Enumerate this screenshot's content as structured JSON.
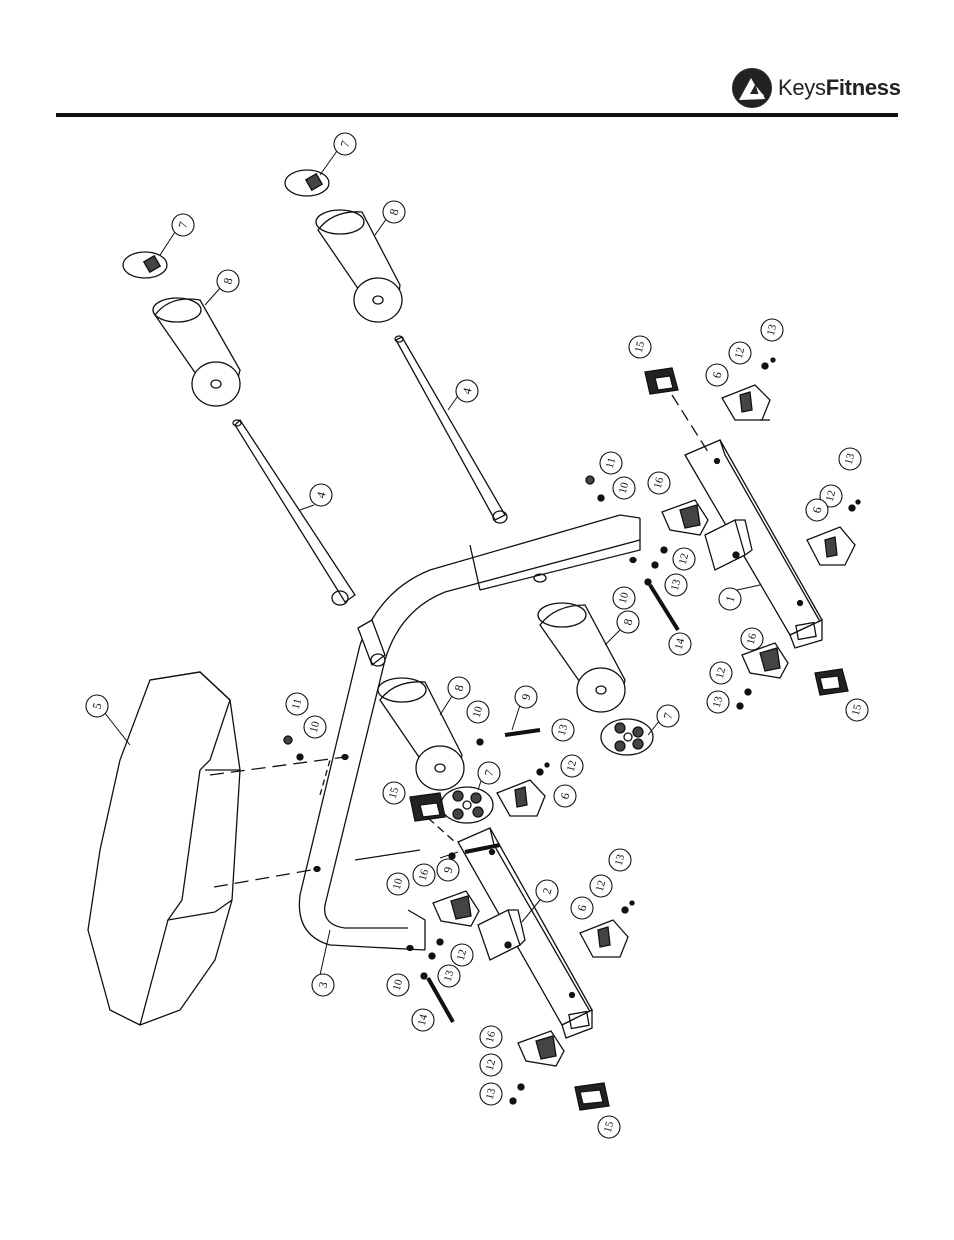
{
  "brand": {
    "name_light": "Keys",
    "name_bold": "Fitness",
    "color": "#222222"
  },
  "callouts": {
    "c5": "5",
    "c3": "3",
    "c2": "2",
    "c1": "1",
    "c4a": "4",
    "c4b": "4",
    "c7a": "7",
    "c7b": "7",
    "c7c": "7",
    "c7d": "7",
    "c8a": "8",
    "c8b": "8",
    "c8c": "8",
    "c8d": "8",
    "c9a": "9",
    "c9b": "9",
    "c10a": "10",
    "c10b": "10",
    "c10c": "10",
    "c10d": "10",
    "c10e": "10",
    "c11a": "11",
    "c11b": "11",
    "c12a": "12",
    "c12b": "12",
    "c12c": "12",
    "c12d": "12",
    "c12e": "12",
    "c12f": "12",
    "c12g": "12",
    "c12h": "12",
    "c13a": "13",
    "c13b": "13",
    "c13c": "13",
    "c13d": "13",
    "c13e": "13",
    "c13f": "13",
    "c13g": "13",
    "c13h": "13",
    "c14a": "14",
    "c14b": "14",
    "c15a": "15",
    "c15b": "15",
    "c15c": "15",
    "c15d": "15",
    "c16a": "16",
    "c16b": "16",
    "c16c": "16",
    "c16d": "16",
    "c6a": "6",
    "c6b": "6",
    "c6c": "6",
    "c6d": "6"
  }
}
